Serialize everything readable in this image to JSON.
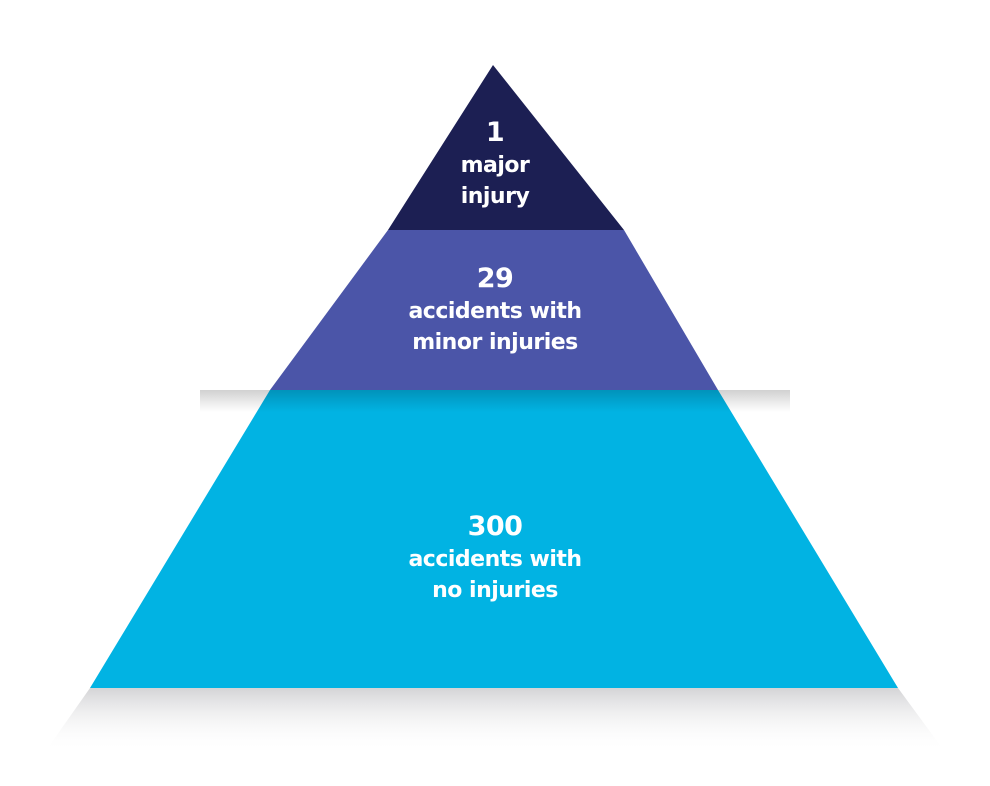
{
  "pyramid": {
    "colors": {
      "top": "#1c1f53",
      "middle": "#4b55a8",
      "bottom": "#01b3e3",
      "shadow": "#dcdcde",
      "text": "#ffffff"
    },
    "tiers": [
      {
        "number": "1",
        "line1": "major",
        "line2": "injury"
      },
      {
        "number": "29",
        "line1": "accidents with",
        "line2": "minor injuries"
      },
      {
        "number": "300",
        "line1": "accidents with",
        "line2": "no injuries"
      }
    ]
  }
}
